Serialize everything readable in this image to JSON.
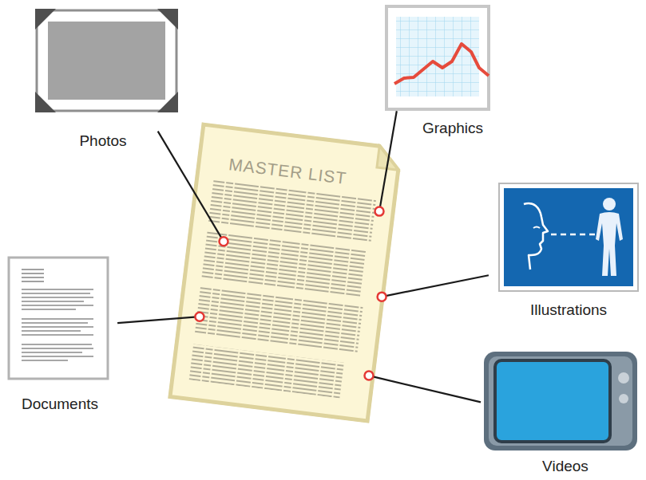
{
  "diagram": {
    "nodes": [
      {
        "text": [
          "Photos"
        ]
      },
      {
        "text": [
          "Graphics"
        ]
      },
      {
        "text": [
          "MASTER LIST"
        ]
      },
      {
        "text": [
          "Illustrations"
        ]
      },
      {
        "text": [
          "Documents"
        ]
      },
      {
        "text": [
          "Videos"
        ]
      }
    ],
    "edges": [
      {
        "from": 0,
        "to": 2,
        "arrow": "none"
      },
      {
        "from": 1,
        "to": 2,
        "arrow": "none"
      },
      {
        "from": 3,
        "to": 2,
        "arrow": "none"
      },
      {
        "from": 4,
        "to": 2,
        "arrow": "none"
      },
      {
        "from": 5,
        "to": 2,
        "arrow": "none"
      }
    ]
  }
}
